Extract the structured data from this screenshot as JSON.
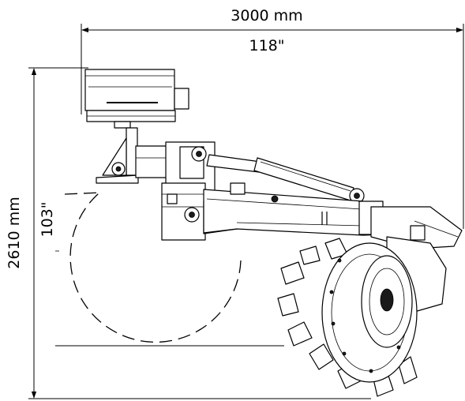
{
  "dimensions": {
    "width_metric": "3000 mm",
    "width_imperial": "118\"",
    "height_metric": "2610 mm",
    "height_imperial": "103\""
  }
}
